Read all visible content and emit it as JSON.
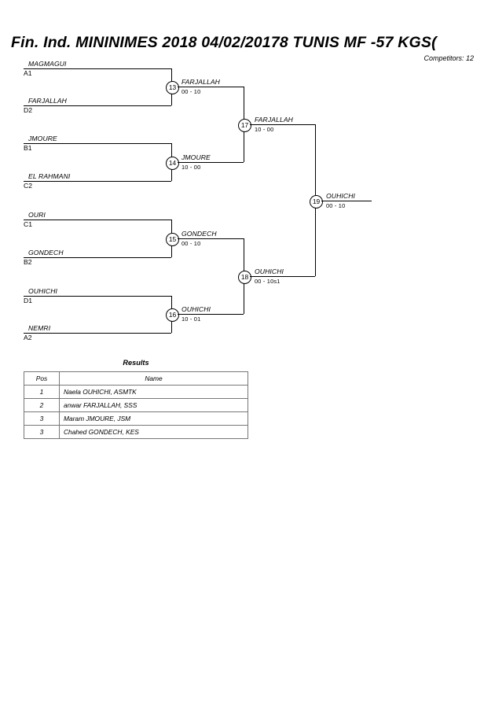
{
  "header": {
    "title": "Fin. Ind. MININIMES 2018  04/02/20178  TUNIS   MF -57 KGS",
    "title_clipped_suffix": "(",
    "competitors": "Competitors: 12"
  },
  "bracket": {
    "round1": [
      {
        "name": "MAGMAGUI",
        "seed": "A1"
      },
      {
        "name": "FARJALLAH",
        "seed": "D2"
      },
      {
        "name": "JMOURE",
        "seed": "B1"
      },
      {
        "name": "EL RAHMANI",
        "seed": "C2"
      },
      {
        "name": "OURI",
        "seed": "C1"
      },
      {
        "name": "GONDECH",
        "seed": "B2"
      },
      {
        "name": "OUHICHI",
        "seed": "D1"
      },
      {
        "name": "NEMRI",
        "seed": "A2"
      }
    ],
    "quarterfinals": [
      {
        "num": "13",
        "winner": "FARJALLAH",
        "score": "00 - 10"
      },
      {
        "num": "14",
        "winner": "JMOURE",
        "score": "10 - 00"
      },
      {
        "num": "15",
        "winner": "GONDECH",
        "score": "00 - 10"
      },
      {
        "num": "16",
        "winner": "OUHICHI",
        "score": "10 - 01"
      }
    ],
    "semifinals": [
      {
        "num": "17",
        "winner": "FARJALLAH",
        "score": "10 - 00"
      },
      {
        "num": "18",
        "winner": "OUHICHI",
        "score": "00 - 10s1"
      }
    ],
    "final": {
      "num": "19",
      "winner": "OUHICHI",
      "score": "00 - 10"
    }
  },
  "results": {
    "title": "Results",
    "columns": [
      "Pos",
      "Name"
    ],
    "rows": [
      {
        "pos": "1",
        "name": "Naela OUHICHI, ASMTK"
      },
      {
        "pos": "2",
        "name": "anwar FARJALLAH, SSS"
      },
      {
        "pos": "3",
        "name": "Maram JMOURE, JSM"
      },
      {
        "pos": "3",
        "name": "Chahed GONDECH, KES"
      }
    ]
  }
}
